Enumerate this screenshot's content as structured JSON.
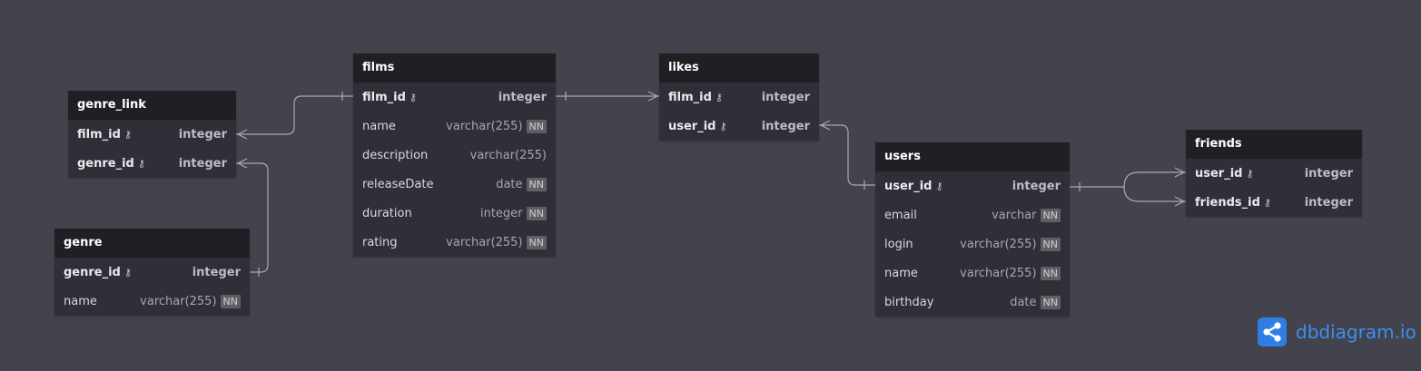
{
  "tables": [
    {
      "id": "genre_link",
      "name": "genre_link",
      "fields": [
        {
          "name": "film_id",
          "type": "integer",
          "pk": true,
          "nn": false,
          "key": true
        },
        {
          "name": "genre_id",
          "type": "integer",
          "pk": true,
          "nn": false,
          "key": true
        }
      ]
    },
    {
      "id": "genre",
      "name": "genre",
      "fields": [
        {
          "name": "genre_id",
          "type": "integer",
          "pk": true,
          "nn": false,
          "key": true
        },
        {
          "name": "name",
          "type": "varchar(255)",
          "pk": false,
          "nn": true,
          "key": false
        }
      ]
    },
    {
      "id": "films",
      "name": "films",
      "fields": [
        {
          "name": "film_id",
          "type": "integer",
          "pk": true,
          "nn": false,
          "key": true
        },
        {
          "name": "name",
          "type": "varchar(255)",
          "pk": false,
          "nn": true,
          "key": false
        },
        {
          "name": "description",
          "type": "varchar(255)",
          "pk": false,
          "nn": false,
          "key": false
        },
        {
          "name": "releaseDate",
          "type": "date",
          "pk": false,
          "nn": true,
          "key": false
        },
        {
          "name": "duration",
          "type": "integer",
          "pk": false,
          "nn": true,
          "key": false
        },
        {
          "name": "rating",
          "type": "varchar(255)",
          "pk": false,
          "nn": true,
          "key": false
        }
      ]
    },
    {
      "id": "likes",
      "name": "likes",
      "fields": [
        {
          "name": "film_id",
          "type": "integer",
          "pk": true,
          "nn": false,
          "key": true
        },
        {
          "name": "user_id",
          "type": "integer",
          "pk": true,
          "nn": false,
          "key": true
        }
      ]
    },
    {
      "id": "users",
      "name": "users",
      "fields": [
        {
          "name": "user_id",
          "type": "integer",
          "pk": true,
          "nn": false,
          "key": true
        },
        {
          "name": "email",
          "type": "varchar",
          "pk": false,
          "nn": true,
          "key": false
        },
        {
          "name": "login",
          "type": "varchar(255)",
          "pk": false,
          "nn": true,
          "key": false
        },
        {
          "name": "name",
          "type": "varchar(255)",
          "pk": false,
          "nn": true,
          "key": false
        },
        {
          "name": "birthday",
          "type": "date",
          "pk": false,
          "nn": true,
          "key": false
        }
      ]
    },
    {
      "id": "friends",
      "name": "friends",
      "fields": [
        {
          "name": "user_id",
          "type": "integer",
          "pk": true,
          "nn": false,
          "key": true
        },
        {
          "name": "friends_id",
          "type": "integer",
          "pk": true,
          "nn": false,
          "key": true
        }
      ]
    }
  ],
  "nn_label": "NN",
  "key_icon": "key-icon",
  "relationships": [
    {
      "from": "genre_link.film_id",
      "to": "films.film_id",
      "from_card": "many",
      "to_card": "one"
    },
    {
      "from": "genre_link.genre_id",
      "to": "genre.genre_id",
      "from_card": "many",
      "to_card": "one"
    },
    {
      "from": "films.film_id",
      "to": "likes.film_id",
      "from_card": "one",
      "to_card": "many"
    },
    {
      "from": "likes.user_id",
      "to": "users.user_id",
      "from_card": "many",
      "to_card": "one"
    },
    {
      "from": "users.user_id",
      "to": "friends.user_id",
      "from_card": "one",
      "to_card": "many"
    },
    {
      "from": "users.user_id",
      "to": "friends.friends_id",
      "from_card": "one",
      "to_card": "many"
    }
  ],
  "brand": {
    "text": "dbdiagram.io",
    "icon": "share-nodes-icon",
    "color": "#2f7ee8"
  },
  "colors": {
    "background": "#43434d",
    "table_body": "#2f2f37",
    "table_header": "#1f1f24",
    "line": "#a9a9b2"
  }
}
